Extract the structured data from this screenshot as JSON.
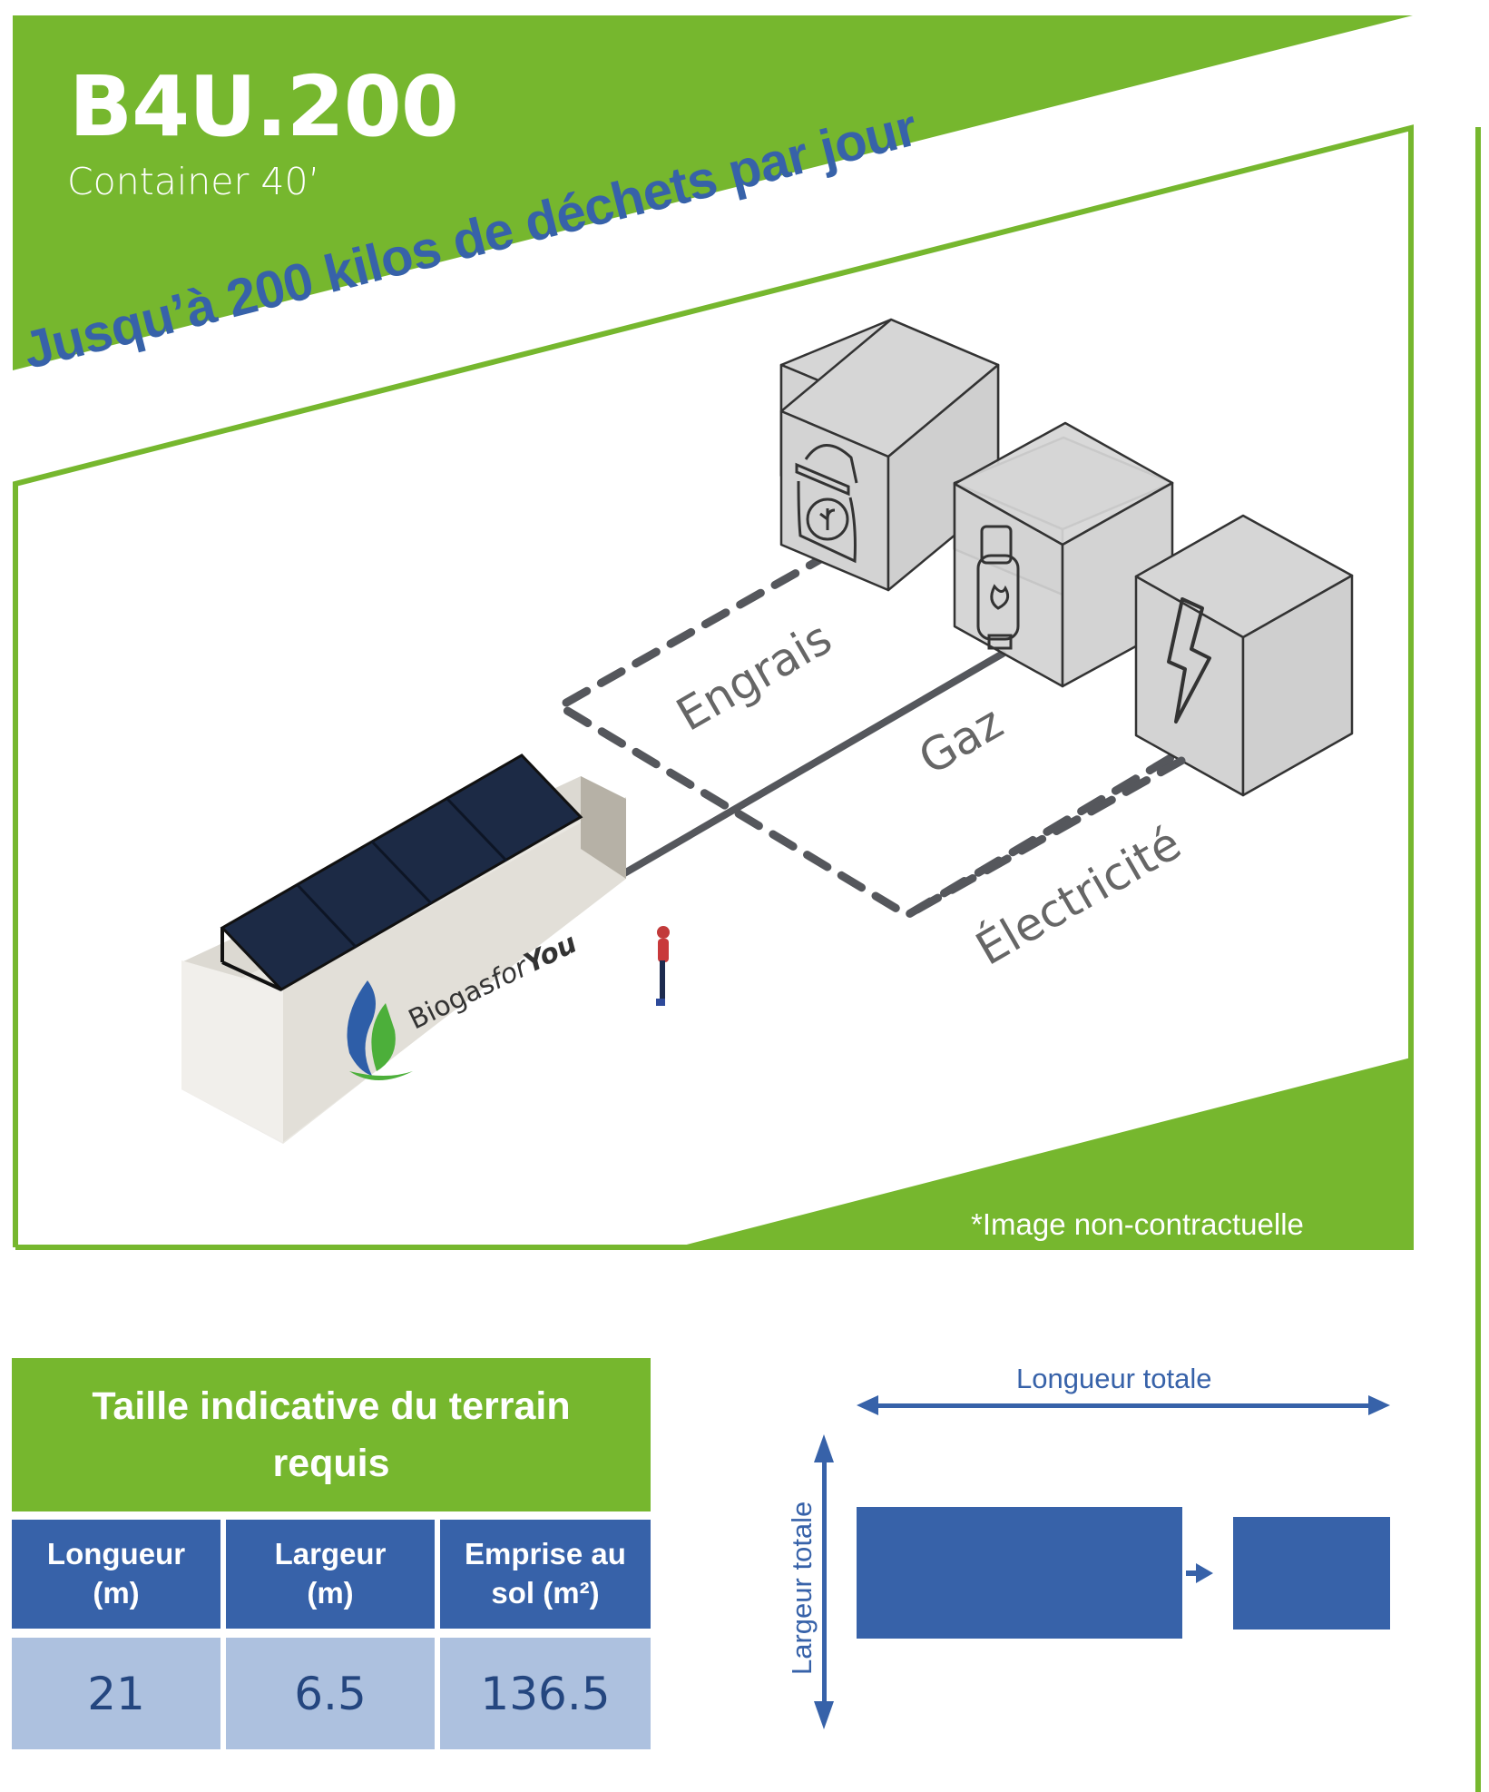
{
  "header": {
    "title": "B4U.200",
    "subtitle": "Container 40’",
    "tagline": "Jusqu’à 200 kilos de déchets par jour"
  },
  "illustration": {
    "outputs": [
      {
        "label": "Engrais",
        "icon": "fertilizer-bag-icon"
      },
      {
        "label": "Gaz",
        "icon": "gas-cylinder-icon"
      },
      {
        "label": "Électricité",
        "icon": "lightning-bolt-icon"
      }
    ],
    "container_brand": {
      "part1": "Biogas",
      "part2": "for",
      "part3": "You"
    },
    "disclaimer": "*Image non-contractuelle"
  },
  "land_table": {
    "title": "Taille indicative du terrain requis",
    "columns": [
      {
        "header_line1": "Longueur",
        "header_line2": "(m)",
        "value": "21"
      },
      {
        "header_line1": "Largeur",
        "header_line2": "(m)",
        "value": "6.5"
      },
      {
        "header_line1": "Emprise au",
        "header_line2": "sol (m²)",
        "value": "136.5"
      }
    ]
  },
  "dimension_diagram": {
    "length_label": "Longueur totale",
    "width_label": "Largeur totale"
  },
  "colors": {
    "brand_green": "#76b72e",
    "brand_blue": "#3762a9",
    "light_blue": "#adc1df",
    "box_gray": "#d3d3d3",
    "line_gray": "#55575c"
  }
}
